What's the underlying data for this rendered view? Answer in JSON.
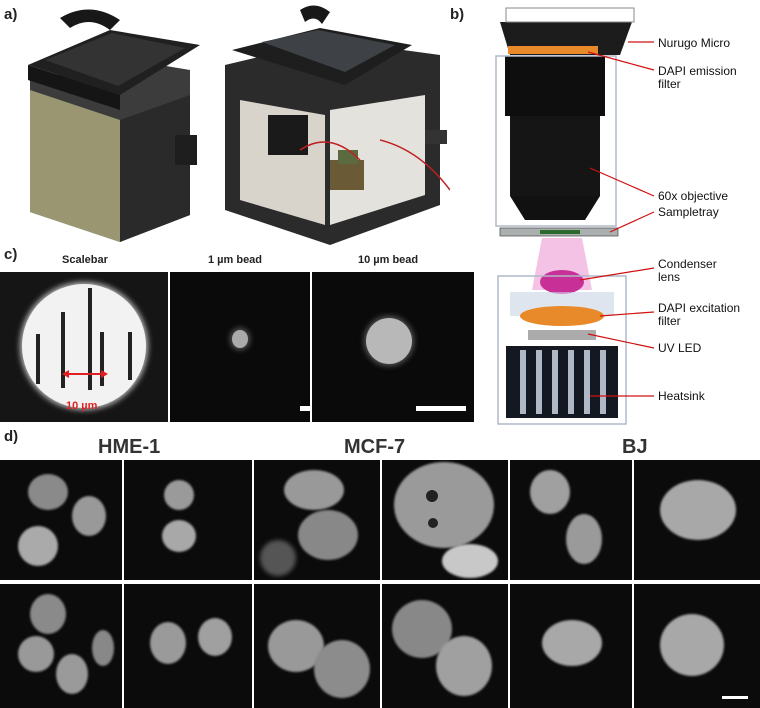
{
  "panels": {
    "a": "a)",
    "b": "b)",
    "c": "c)",
    "d": "d)"
  },
  "panel_c": {
    "captions": [
      "Scalebar",
      "1 µm bead",
      "10 µm bead"
    ],
    "scale_text": "10 µm",
    "scale_color": "#e02020"
  },
  "panel_b": {
    "callouts": [
      "Nurugo Micro",
      "DAPI emission filter",
      "60x objective",
      "Sampletray",
      "Condenser lens",
      "DAPI excitation filter",
      "UV LED",
      "Heatsink"
    ],
    "callout_color": "#d01010"
  },
  "panel_d": {
    "headers": [
      "HME-1",
      "MCF-7",
      "BJ"
    ]
  }
}
